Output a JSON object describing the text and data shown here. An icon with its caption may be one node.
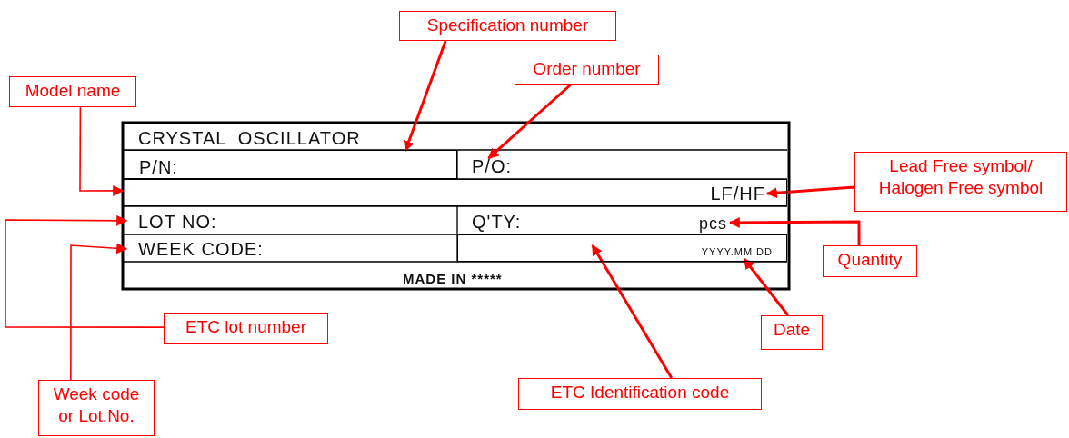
{
  "diagram": {
    "nodes": [
      {
        "text": [
          "Specification number"
        ]
      },
      {
        "text": [
          "Order number"
        ]
      },
      {
        "text": [
          "Model name"
        ]
      },
      {
        "text": [
          "Lead Free symbol/ Halogen Free symbol"
        ]
      },
      {
        "text": [
          "Quantity"
        ]
      },
      {
        "text": [
          "Date"
        ]
      },
      {
        "text": [
          "ETC lot number"
        ]
      },
      {
        "text": [
          "ETC Identification code"
        ]
      },
      {
        "text": [
          "Week code or Lot.No."
        ]
      },
      {
        "text": [],
        "shape": "box"
      },
      {
        "text": [
          "P/N:"
        ],
        "in": 9
      },
      {
        "text": [
          "P/O:"
        ]
      },
      {
        "text": [],
        "shape": "box"
      },
      {
        "text": [
          "LF/HF"
        ],
        "in": 12
      },
      {
        "text": [
          "LOT NO:"
        ]
      },
      {
        "text": [
          "pcs"
        ]
      },
      {
        "text": [
          "WEEK CODE:"
        ]
      },
      {
        "text": [],
        "shape": "box"
      },
      {
        "text": [
          "YYYY.MM.DD"
        ],
        "in": 17
      }
    ],
    "edges": [
      {
        "from": 0,
        "to": 9,
        "arrow": "to"
      },
      {
        "from": 1,
        "to": 11,
        "arrow": "to"
      },
      {
        "from": 2,
        "to": 12,
        "arrow": "to"
      },
      {
        "from": 3,
        "to": 13,
        "arrow": "to"
      },
      {
        "from": 4,
        "to": 15,
        "arrow": "to"
      },
      {
        "from": 5,
        "to": 18,
        "arrow": "to"
      },
      {
        "from": 6,
        "to": 14,
        "arrow": "to"
      },
      {
        "from": 7,
        "to": 17,
        "arrow": "to"
      },
      {
        "from": 8,
        "to": 16,
        "arrow": "to"
      }
    ],
    "labels": [
      "CRYSTAL  OSCILLATOR",
      "Q'TY:",
      "MADE IN *****"
    ]
  }
}
